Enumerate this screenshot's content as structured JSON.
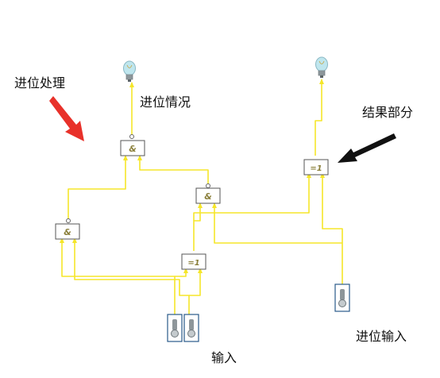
{
  "labels": {
    "carry_processing": "进位处理",
    "carry_status": "进位情况",
    "result_part": "结果部分",
    "carry_input": "进位输入",
    "input": "输入"
  },
  "gates": {
    "and_top": "&",
    "and_mid": "&",
    "and_left": "&",
    "xor_result": "=1",
    "xor_input": "=1"
  },
  "colors": {
    "wire": "#f5e62a",
    "gate_border": "#555555",
    "gate_symbol": "#8a7f3a",
    "arrow_red": "#e8312a",
    "arrow_black": "#111111",
    "bulb_glass": "#bfe6ee",
    "switch_frame": "#2a5a8a"
  },
  "icons": {
    "bulb": "light-bulb-icon",
    "switch": "toggle-switch-icon"
  }
}
